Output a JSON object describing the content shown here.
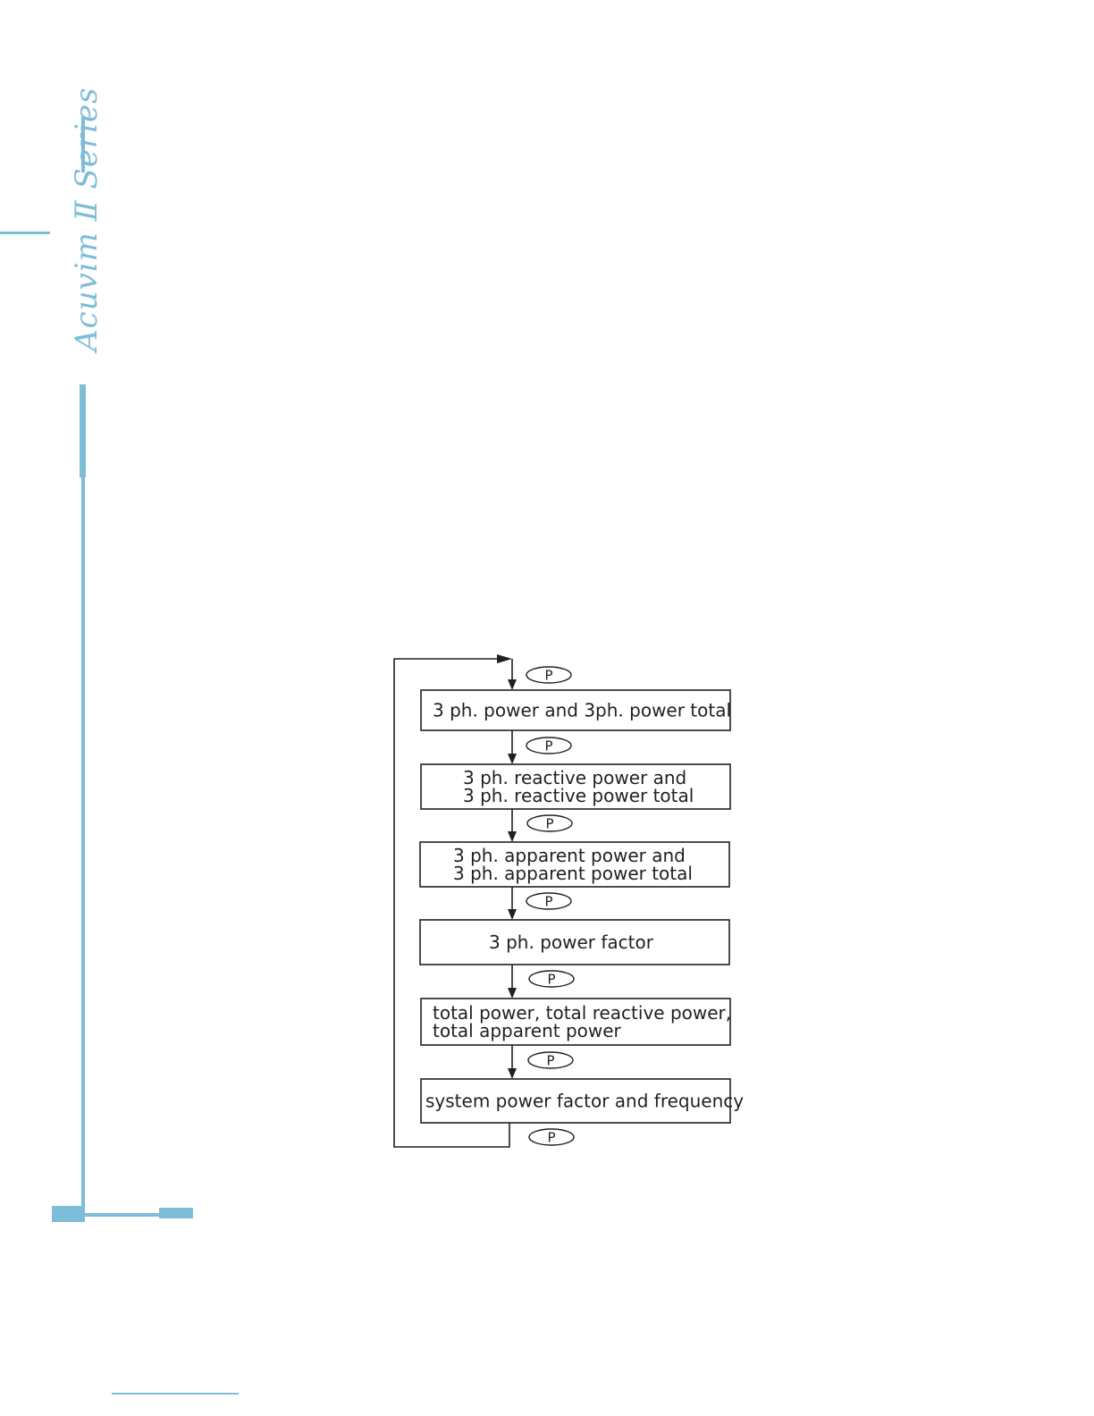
{
  "brand": {
    "name": "Acuvim Ⅱ Series",
    "color": "#7dbdd8"
  },
  "diagram": {
    "key_label": "P",
    "boxes": [
      {
        "lines": [
          "3 ph. power and 3ph. power total"
        ]
      },
      {
        "lines": [
          "3 ph. reactive power and",
          "3 ph. reactive power total"
        ]
      },
      {
        "lines": [
          "3 ph. apparent power and",
          "3 ph. apparent power total"
        ]
      },
      {
        "lines": [
          "3 ph. power factor"
        ]
      },
      {
        "lines": [
          "total power, total reactive power,",
          "total apparent power"
        ]
      },
      {
        "lines": [
          "system power factor and frequency"
        ]
      }
    ]
  }
}
